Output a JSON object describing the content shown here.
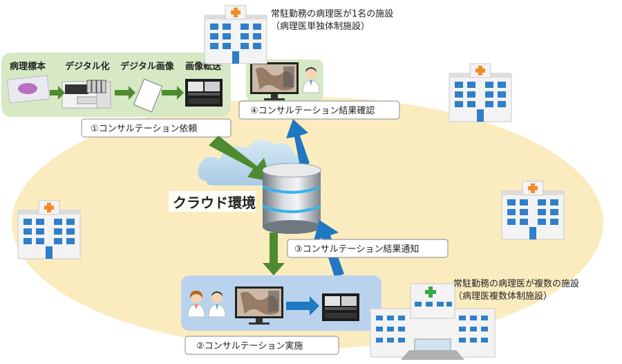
{
  "hospitals": {
    "top": {
      "line1": "常駐勤務の病理医が1名の施設",
      "line2": "（病理医単独体制施設）"
    },
    "bottom": {
      "line1": "常駐勤務の病理医が複数の施設",
      "line2": "（病理医複数体制施設）"
    }
  },
  "workflow": {
    "steps": [
      "病理標本",
      "デジタル化",
      "デジタル画像",
      "画像転送"
    ]
  },
  "steps": {
    "request": "①コンサルテーション依頼",
    "consult": "②コンサルテーション実施",
    "notify": "③コンサルテーション結果通知",
    "confirm": "④コンサルテーション結果確認"
  },
  "cloud": {
    "label": "クラウド環境"
  },
  "colors": {
    "ellipse": "#fbecc0",
    "green_box": "#d7e9c4",
    "blue_box": "#b9d3ee",
    "green_arrow": "#4e8a2f",
    "blue_arrow": "#1f78c1",
    "db_ring": "#37b3e8"
  }
}
